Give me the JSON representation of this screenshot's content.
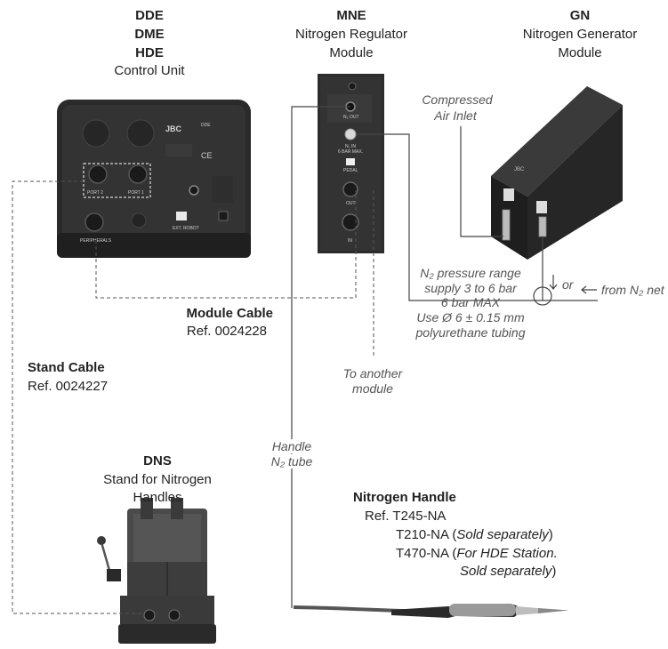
{
  "control_unit": {
    "models": [
      "DDE",
      "DME",
      "HDE"
    ],
    "subtitle": "Control Unit",
    "brand": "JBC",
    "model_label": "DDE",
    "port2": "PORT 2",
    "port1": "PORT 1",
    "peripherals": "PERIPHERALS",
    "robot": "EXT. ROBOT"
  },
  "mne": {
    "code": "MNE",
    "subtitle_1": "Nitrogen Regulator",
    "subtitle_2": "Module",
    "n2_out": "N₂ OUT",
    "n2_in": "N₂ IN",
    "n2_in_sub": "6 BAR MAX.",
    "pedal": "PEDAL",
    "out": "OUT",
    "in": "IN"
  },
  "gn": {
    "code": "GN",
    "subtitle_1": "Nitrogen Generator",
    "subtitle_2": "Module",
    "brand": "JBC"
  },
  "dns": {
    "code": "DNS",
    "subtitle_1": "Stand for Nitrogen",
    "subtitle_2": "Handles"
  },
  "annotations": {
    "compressed_1": "Compressed",
    "compressed_2": "Air Inlet",
    "pressure_1": "N₂ pressure range",
    "pressure_2": "supply 3 to 6 bar",
    "pressure_3": "6 bar MAX",
    "pressure_4": "Use Ø 6 ± 0.15 mm",
    "pressure_5": "polyurethane tubing",
    "or": "or",
    "from_net": "from N₂ net",
    "another_1": "To another",
    "another_2": "module",
    "handle_1": "Handle",
    "handle_2": "N₂ tube"
  },
  "module_cable": {
    "title": "Module Cable",
    "ref": "Ref. 0024228"
  },
  "stand_cable": {
    "title": "Stand Cable",
    "ref": "Ref. 0024227"
  },
  "nitrogen_handle": {
    "title": "Nitrogen Handle",
    "ref": "Ref. T245-NA",
    "alt1_code": "T210-NA",
    "alt1_open": " (",
    "alt1_note": "Sold separately",
    "alt1_close": ")",
    "alt2_code": "T470-NA",
    "alt2_open": " (",
    "alt2_note_1": "For HDE Station.",
    "alt2_note_2": "Sold separately",
    "alt2_close": ")"
  }
}
